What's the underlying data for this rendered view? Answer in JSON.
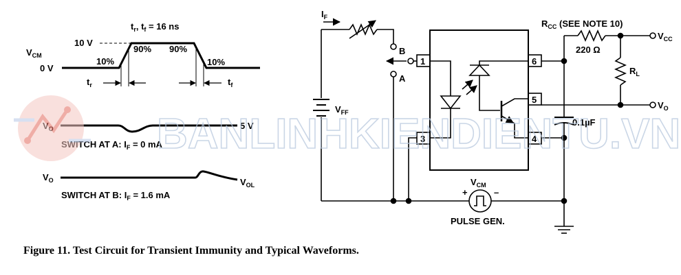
{
  "waveforms": {
    "timing_label": "t",
    "timing_label_tr_sub": "r",
    "timing_label_sep": ", t",
    "timing_label_tf_sub": "f",
    "timing_label_value": " = 16 ns",
    "v_high": "10 V",
    "v_low": "0 V",
    "vcm_main": "V",
    "vcm_sub": "CM",
    "pct_10_left": "10%",
    "pct_90_left": "90%",
    "pct_90_right": "90%",
    "pct_10_right": "10%",
    "tr_main": "t",
    "tr_sub": "r",
    "tf_main": "t",
    "tf_sub": "f",
    "vo_main": "V",
    "vo_sub": "O",
    "five_v": "5 V",
    "switch_a_text": "SWITCH AT A:  I",
    "switch_a_sub": "F",
    "switch_a_value": " = 0 mA",
    "vo2_main": "V",
    "vo2_sub": "O",
    "vol_main": "V",
    "vol_sub": "OL",
    "switch_b_text": "SWITCH AT B:  I",
    "switch_b_sub": "F",
    "switch_b_value": " = 1.6 mA"
  },
  "circuit": {
    "if_main": "I",
    "if_sub": "F",
    "vff_main": "V",
    "vff_sub": "FF",
    "switch_b": "B",
    "switch_a": "A",
    "pin_1": "1",
    "pin_3": "3",
    "pin_4": "4",
    "pin_5": "5",
    "pin_6": "6",
    "rcc_main": "R",
    "rcc_sub": "CC",
    "rcc_note": " (SEE NOTE 10)",
    "rcc_value": "220 Ω",
    "vcc_main": "V",
    "vcc_sub": "CC",
    "rl_main": "R",
    "rl_sub": "L",
    "vo_main": "V",
    "vo_sub": "O",
    "cap_value": "0.1µF",
    "vcm_main": "V",
    "vcm_sub": "CM",
    "plus": "+",
    "minus": "–",
    "pulse_gen": "PULSE GEN."
  },
  "watermark": {
    "text": "BANLINHKIENDIENTU.VN"
  },
  "caption": "Figure 11. Test Circuit for Transient Immunity and Typical Waveforms."
}
